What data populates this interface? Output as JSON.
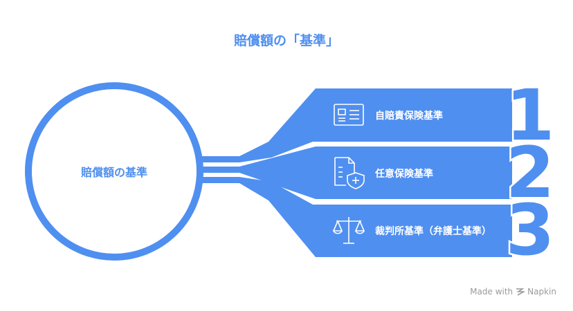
{
  "title": "賠償額の「基準」",
  "center": {
    "label": "賠償額の基準"
  },
  "items": [
    {
      "number": "1",
      "label": "自賠責保険基準",
      "icon": "id-card-icon"
    },
    {
      "number": "2",
      "label": "任意保険基準",
      "icon": "insurance-document-icon"
    },
    {
      "number": "3",
      "label": "裁判所基準（弁護士基準）",
      "icon": "scales-icon"
    }
  ],
  "footer": {
    "text": "Made with",
    "brand": "Napkin"
  },
  "colors": {
    "accent": "#4f8ff0",
    "background": "#ffffff"
  }
}
